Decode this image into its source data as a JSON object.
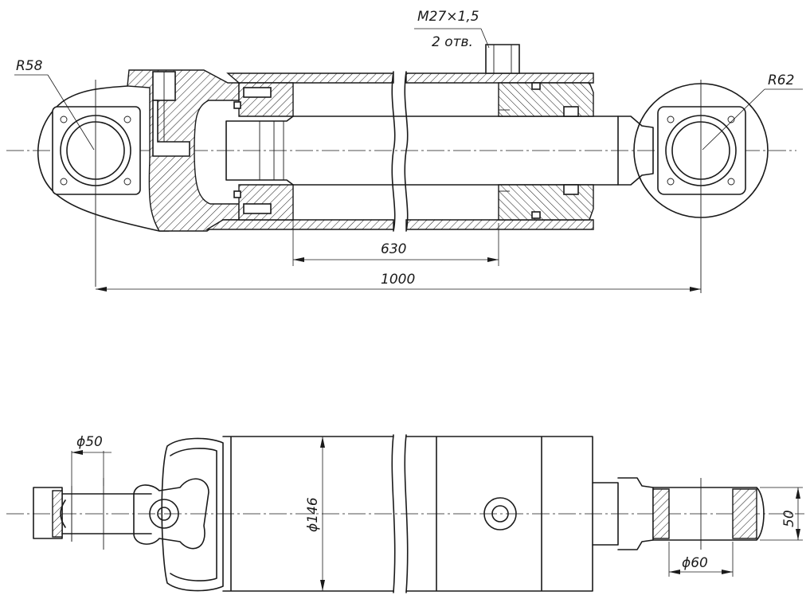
{
  "labels": {
    "thread_spec": "M27×1,5",
    "thread_count": "2 отв.",
    "radius_left": "R58",
    "radius_right": "R62",
    "stroke_length": "630",
    "overall_length": "1000",
    "pin_diameter": "ϕ50",
    "body_diameter": "ϕ146",
    "rod_eye_diameter": "ϕ60",
    "rod_eye_width": "50"
  }
}
